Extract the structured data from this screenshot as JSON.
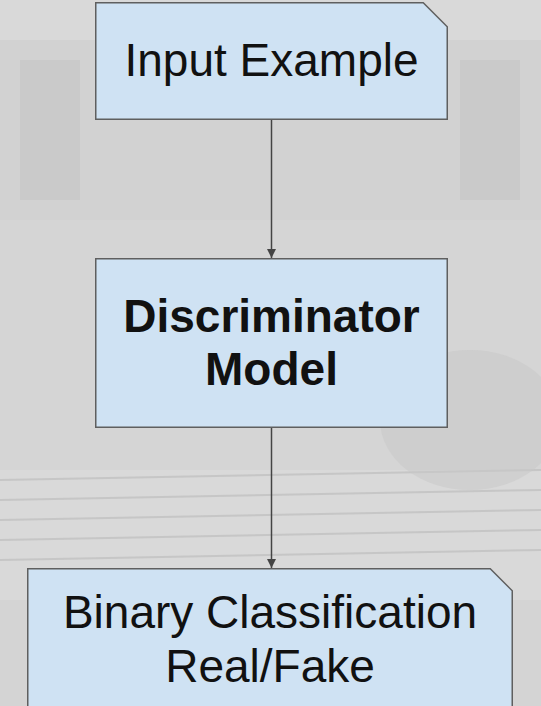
{
  "diagram": {
    "nodes": [
      {
        "text": [
          "Input Example"
        ]
      },
      {
        "text": [
          "Discriminator Model"
        ]
      },
      {
        "text": [
          "Binary Classification Real/Fake"
        ]
      }
    ],
    "edges": [
      {
        "from": 0,
        "to": 1,
        "arrow": "to"
      },
      {
        "from": 1,
        "to": 2,
        "arrow": "to"
      }
    ]
  }
}
